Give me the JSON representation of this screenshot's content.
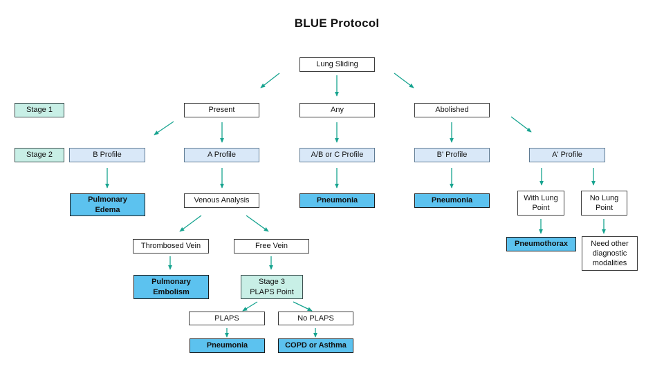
{
  "title": "BLUE Protocol",
  "colors": {
    "arrow_color": "#16a38f",
    "stage_fill": "#c8efe6",
    "profile_fill": "#d9e8f8",
    "result_fill": "#5cc2ef"
  },
  "nodes": {
    "lung_sliding": {
      "label": "Lung Sliding"
    },
    "stage1": {
      "label": "Stage 1"
    },
    "present": {
      "label": "Present"
    },
    "any": {
      "label": "Any"
    },
    "abolished": {
      "label": "Abolished"
    },
    "stage2": {
      "label": "Stage 2"
    },
    "b_profile": {
      "label": "B Profile"
    },
    "a_profile": {
      "label": "A Profile"
    },
    "abc_profile": {
      "label": "A/B or C Profile"
    },
    "b_prime_profile": {
      "label": "B' Profile"
    },
    "a_prime_profile": {
      "label": "A' Profile"
    },
    "pulmonary_edema": {
      "label": "Pulmonary\nEdema"
    },
    "venous_analysis": {
      "label": "Venous Analysis"
    },
    "pneumonia_abc": {
      "label": "Pneumonia"
    },
    "pneumonia_bprime": {
      "label": "Pneumonia"
    },
    "with_lung_point": {
      "label": "With Lung\nPoint"
    },
    "no_lung_point": {
      "label": "No Lung\nPoint"
    },
    "thrombosed_vein": {
      "label": "Thrombosed Vein"
    },
    "free_vein": {
      "label": "Free Vein"
    },
    "pneumothorax": {
      "label": "Pneumothorax"
    },
    "need_other_modalities": {
      "label": "Need other\ndiagnostic\nmodalities"
    },
    "pulmonary_embolism": {
      "label": "Pulmonary\nEmbolism"
    },
    "stage3_plaps_point": {
      "label": "Stage 3\nPLAPS Point"
    },
    "plaps": {
      "label": "PLAPS"
    },
    "no_plaps": {
      "label": "No PLAPS"
    },
    "pneumonia_plaps": {
      "label": "Pneumonia"
    },
    "copd_or_asthma": {
      "label": "COPD or Asthma"
    }
  }
}
